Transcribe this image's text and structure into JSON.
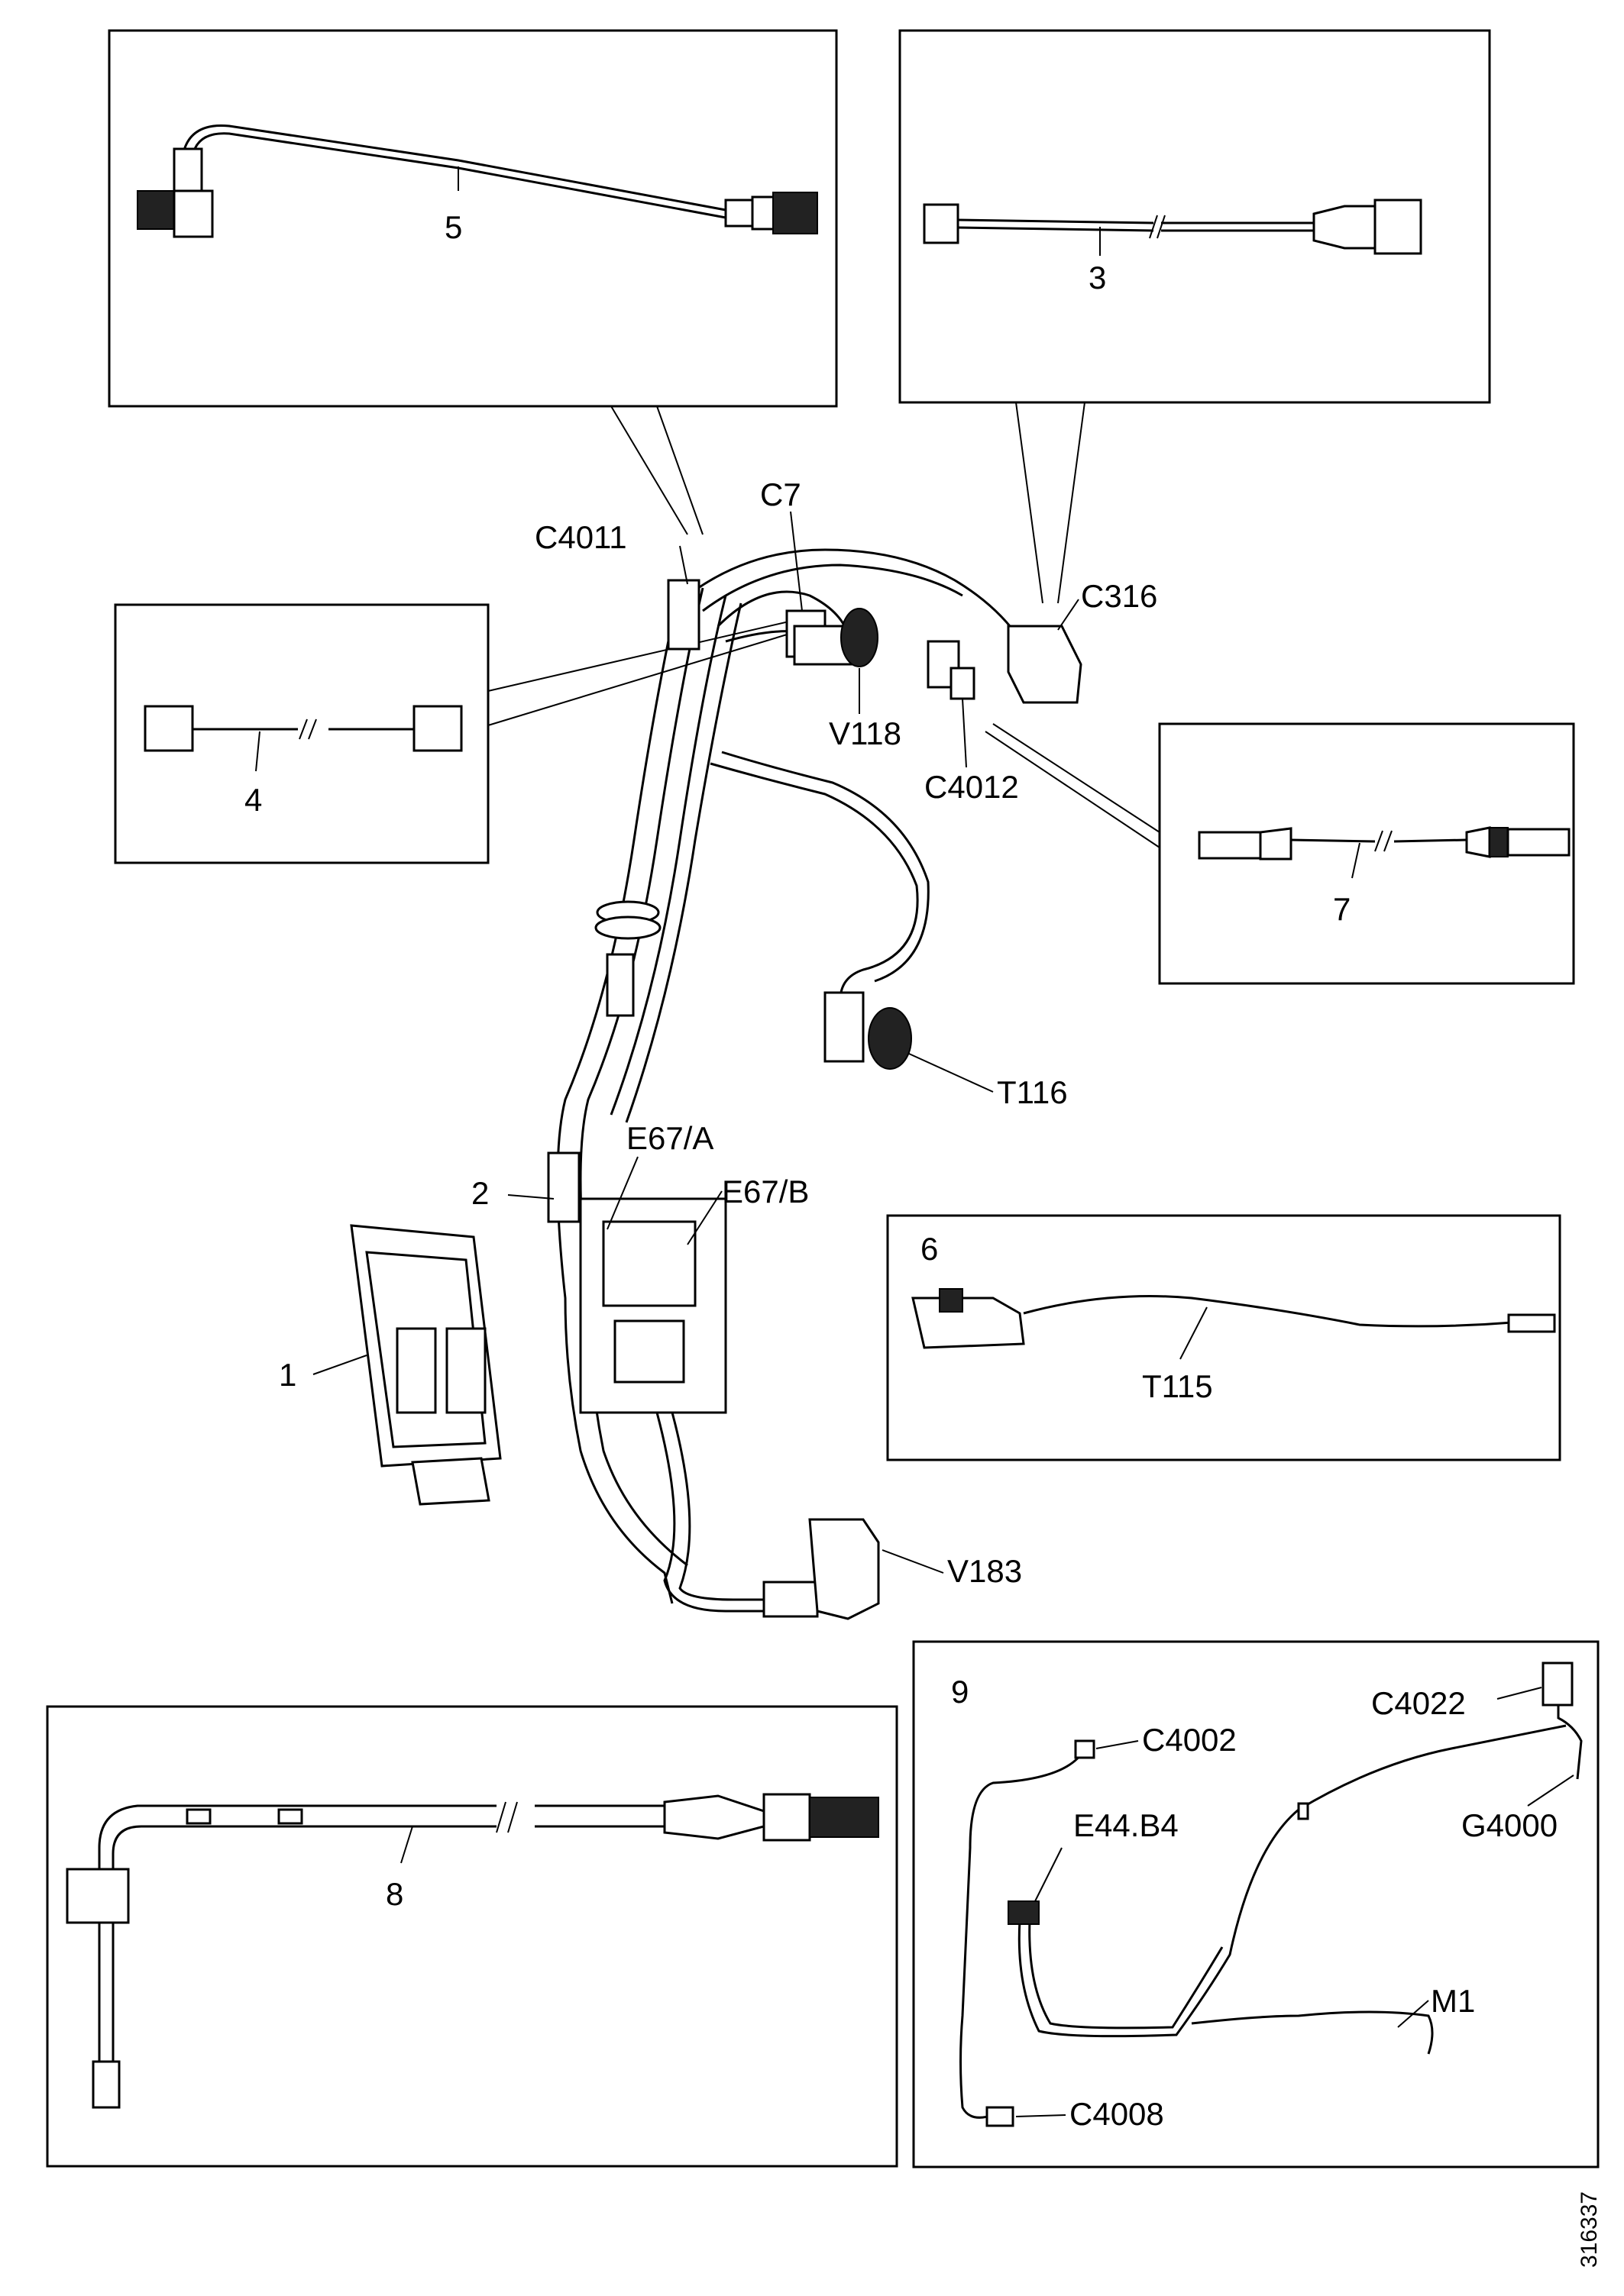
{
  "labels": {
    "p1": "1",
    "p2": "2",
    "p3": "3",
    "p4": "4",
    "p5": "5",
    "p6": "6",
    "p7": "7",
    "p8": "8",
    "p9": "9",
    "C4011": "C4011",
    "C7": "C7",
    "C316": "C316",
    "V118": "V118",
    "C4012": "C4012",
    "T116": "T116",
    "E67A": "E67/A",
    "E67B": "E67/B",
    "T115": "T115",
    "V183": "V183",
    "C4002": "C4002",
    "C4022": "C4022",
    "E44B4": "E44.B4",
    "G4000": "G4000",
    "M1": "M1",
    "C4008": "C4008"
  },
  "document_id": "316337"
}
